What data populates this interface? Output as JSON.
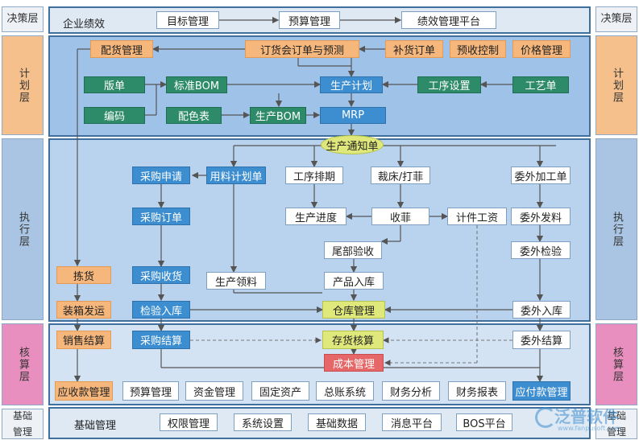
{
  "layers": {
    "decision": "决策层",
    "plan": "计划层",
    "execute": "执行层",
    "accounting": "核算层",
    "basic": "基础管理"
  },
  "decision": {
    "title": "企业绩效",
    "items": [
      "目标管理",
      "预算管理",
      "绩效管理平台"
    ]
  },
  "plan": {
    "distribution": "配货管理",
    "order_forecast": "订货会订单与预测",
    "replenish": "补货订单",
    "prepay": "预收控制",
    "price": "价格管理",
    "version": "版单",
    "std_bom": "标准BOM",
    "prod_plan": "生产计划",
    "process_setting": "工序设置",
    "craft": "工艺单",
    "code": "编码",
    "color_table": "配色表",
    "prod_bom": "生产BOM",
    "mrp": "MRP"
  },
  "execute": {
    "notice": "生产通知单",
    "purchase_request": "采购申请",
    "material_plan": "用料计划单",
    "process_schedule": "工序排期",
    "cut": "裁床/打菲",
    "outsource_order": "委外加工单",
    "purchase_order": "采购订单",
    "prod_progress": "生产进度",
    "collect": "收菲",
    "piece_wage": "计件工资",
    "outsource_send": "委外发料",
    "final_check": "尾部验收",
    "outsource_check": "委外检验",
    "picking": "拣货",
    "purchase_receive": "采购收货",
    "prod_pick": "生产领料",
    "product_in": "产品入库",
    "pack_ship": "装箱发运",
    "inspect_in": "检验入库",
    "warehouse": "仓库管理",
    "outsource_in": "委外入库"
  },
  "accounting": {
    "sales_settle": "销售结算",
    "purchase_settle": "采购结算",
    "inventory_account": "存货核算",
    "outsource_settle": "委外结算",
    "cost": "成本管理",
    "receivable": "应收款管理",
    "budget": "预算管理",
    "funds": "资金管理",
    "fixed_assets": "固定资产",
    "ledger": "总账系统",
    "analysis": "财务分析",
    "report": "财务报表",
    "payable": "应付款管理"
  },
  "basic": {
    "title": "基础管理",
    "items": [
      "权限管理",
      "系统设置",
      "基础数据",
      "消息平台",
      "BOS平台"
    ]
  },
  "logo": {
    "brand": "泛普软件",
    "url": "www.fanpusoft.com"
  },
  "colors": {
    "band_border": "#3e6f9d",
    "orange": "#f6b77c",
    "green": "#2e8b6a",
    "blue": "#3d8ed0",
    "yellow": "#dfe87a",
    "red": "#e56767"
  }
}
